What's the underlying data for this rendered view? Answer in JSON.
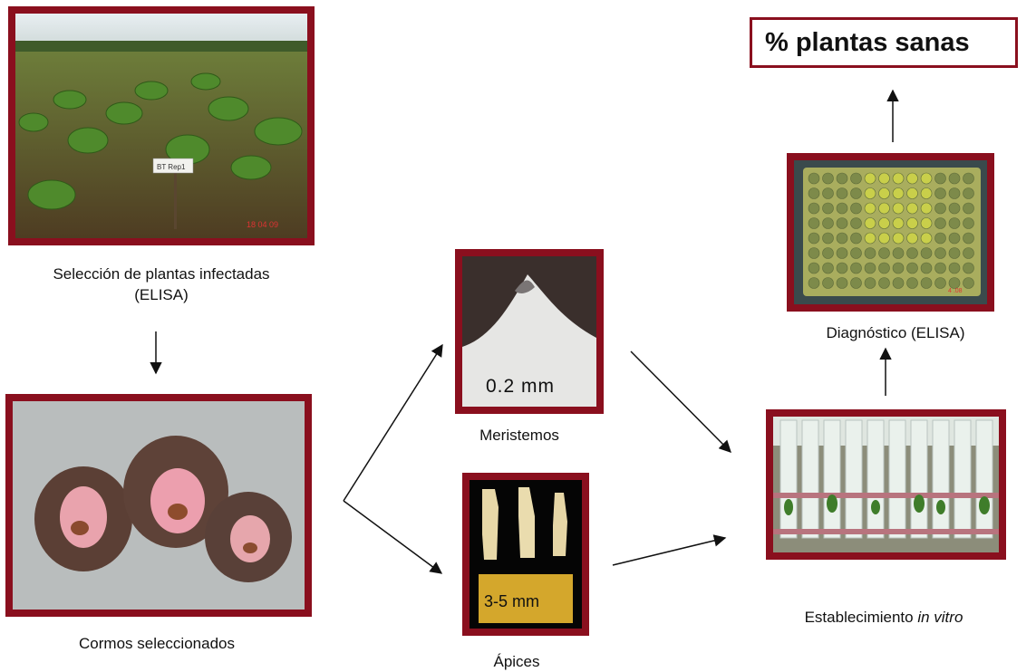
{
  "title": "% plantas sanas",
  "steps": {
    "seleccion": {
      "caption_line1": "Selección de plantas infectadas",
      "caption_line2": "(ELISA)"
    },
    "cormos": {
      "caption": "Cormos seleccionados"
    },
    "meristemos": {
      "caption": "Meristemos",
      "scale": "0.2 mm"
    },
    "apices": {
      "caption": "Ápices",
      "scale": "3-5 mm"
    },
    "establecimiento": {
      "caption_main": "Establecimiento ",
      "caption_italic": "in vitro"
    },
    "diagnostico": {
      "caption": "Diagnóstico (ELISA)"
    }
  },
  "photo_labels": {
    "field_sign": "BT Rep1",
    "field_date": "18 04 09",
    "plate_mark": "4 .08"
  },
  "colors": {
    "frame": "#8a0f1e",
    "scale_box": "#d4a72c"
  }
}
